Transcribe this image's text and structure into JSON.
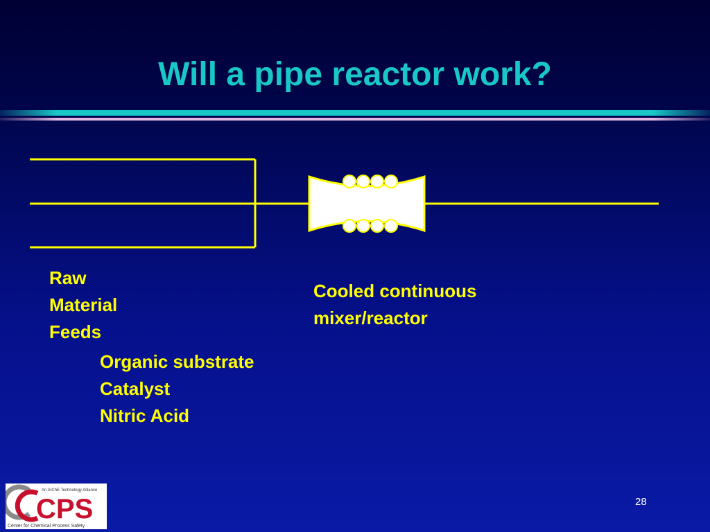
{
  "slide": {
    "title": "Will a pipe reactor work?",
    "page_number": "28"
  },
  "labels": {
    "feeds": [
      "Raw",
      "Material",
      "Feeds"
    ],
    "feed_items": [
      "Organic substrate",
      "Catalyst",
      "Nitric Acid"
    ],
    "reactor": [
      "Cooled continuous",
      "mixer/reactor"
    ]
  },
  "logo": {
    "text": "CPS",
    "tagline": "An AIChE Technology Alliance",
    "full_name": "Center for Chemical Process Safety"
  },
  "colors": {
    "title": "#19c7c7",
    "labels": "#ffff00",
    "pipe": "#ffff00",
    "background": "#05108a",
    "logo_red": "#c8102e",
    "logo_grey": "#8a8a8a"
  }
}
